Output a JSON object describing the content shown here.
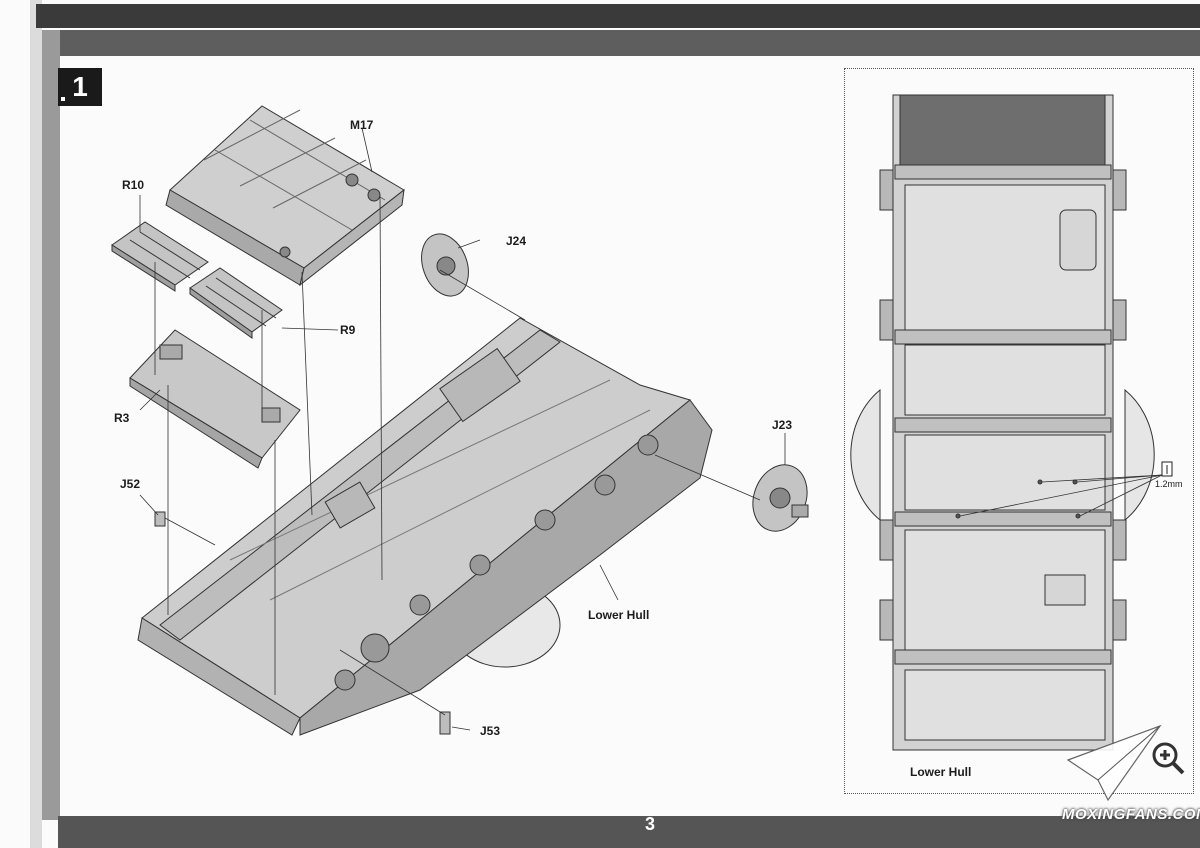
{
  "page": {
    "page_number": "3",
    "step_number": "1"
  },
  "labels": {
    "m17": "M17",
    "r10": "R10",
    "j24": "J24",
    "r9": "R9",
    "r3": "R3",
    "j23": "J23",
    "j52": "J52",
    "lower_hull_main": "Lower Hull",
    "j53": "J53",
    "lower_hull_inset": "Lower Hull",
    "drill_size": "1.2mm"
  },
  "watermark": {
    "text": "MOXINGFANS.COM",
    "icon": "zoom-plus-icon"
  },
  "colors": {
    "part_gray": "#c9c9c9",
    "dark_band": "#3a3a3a",
    "badge": "#1a1a1a"
  }
}
